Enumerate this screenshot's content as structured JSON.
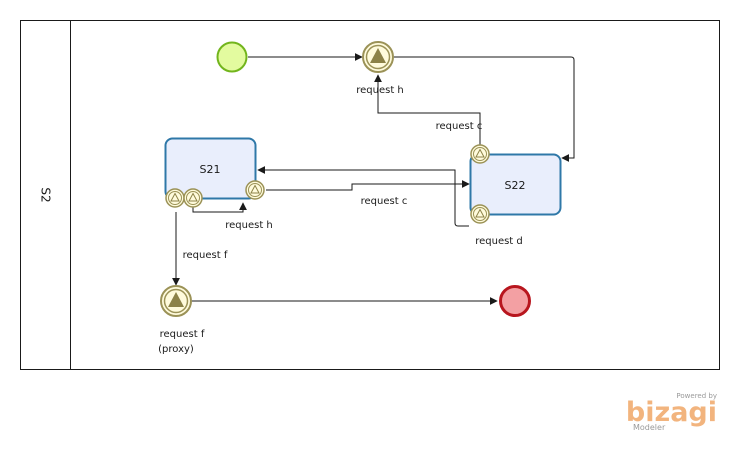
{
  "lane": {
    "label": "S2"
  },
  "tasks": [
    {
      "id": "s21",
      "label": "S21"
    },
    {
      "id": "s22",
      "label": "S22"
    }
  ],
  "labels": {
    "request_h_top": "request h",
    "request_c_top": "request c",
    "request_c_mid": "request  c",
    "request_h_mid": "request h",
    "request_d": "request d",
    "request_f_flow": "request f",
    "request_f_event_line1": "request f",
    "request_f_event_line2": "(proxy)"
  },
  "branding": {
    "powered_by": "Powered by",
    "name": "bizagi",
    "product": "Modeler"
  },
  "colors": {
    "start_fill": "#e3fb9f",
    "start_stroke": "#72b51c",
    "end_fill": "#f3a0a3",
    "end_stroke": "#b8161e",
    "task_fill": "#e9eefc",
    "task_stroke": "#2f78a8",
    "event_gold": "#9b9257",
    "brand_orange": "#f2b47e"
  },
  "icons": {
    "intermediate_event": "signal-triangle-icon"
  }
}
